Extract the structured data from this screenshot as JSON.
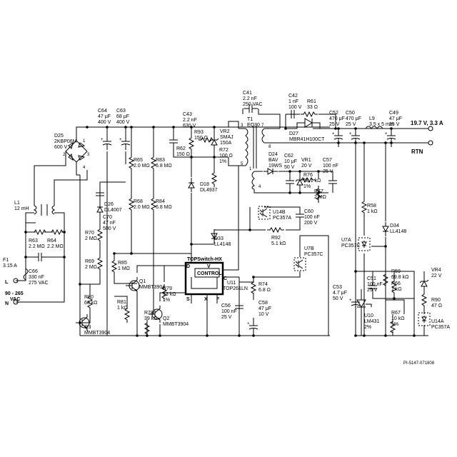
{
  "labels": {
    "input": {
      "line1": "90 - 265",
      "line2": "VAC",
      "L": "L",
      "N": "N"
    },
    "output": {
      "pos": "19.7 V, 3.3 A",
      "rtn": "RTN"
    },
    "ic": {
      "family": "TOPSwitch-HX",
      "control": "CONTROL",
      "refdes": "U11",
      "part": "TOP261LN",
      "pin_d": "D",
      "pin_v": "V",
      "pin_c": "C",
      "pin_s": "S",
      "pin_x": "X",
      "pin_f": "F"
    },
    "doc_number": "PI-5147-071808"
  },
  "components": [
    {
      "id": "F1",
      "lines": [
        "F1",
        "3.15 A"
      ]
    },
    {
      "id": "C66",
      "lines": [
        "C66",
        "330 nF",
        "275 VAC"
      ]
    },
    {
      "id": "R63",
      "lines": [
        "R63",
        "2.2 MΩ"
      ]
    },
    {
      "id": "R64",
      "lines": [
        "R64",
        "2.2 MΩ"
      ]
    },
    {
      "id": "L1",
      "lines": [
        "L1",
        "12 mH"
      ]
    },
    {
      "id": "D25",
      "lines": [
        "D25",
        "2KBP06M",
        "600 V"
      ]
    },
    {
      "id": "C64",
      "lines": [
        "C64",
        "47 μF",
        "400 V"
      ]
    },
    {
      "id": "C63",
      "lines": [
        "C63",
        "68 μF",
        "400 V"
      ]
    },
    {
      "id": "D26",
      "lines": [
        "D26",
        "DL4007"
      ]
    },
    {
      "id": "C70",
      "lines": [
        "C70",
        "47 nF",
        "500 V"
      ]
    },
    {
      "id": "R70",
      "lines": [
        "R70",
        "2 MΩ"
      ]
    },
    {
      "id": "R69",
      "lines": [
        "R69",
        "2 MΩ"
      ]
    },
    {
      "id": "R80",
      "lines": [
        "R80",
        "68 kΩ"
      ]
    },
    {
      "id": "Q3",
      "lines": [
        "Q3",
        "MMBT3904"
      ]
    },
    {
      "id": "R85",
      "lines": [
        "R85",
        "1 MΩ"
      ]
    },
    {
      "id": "R81",
      "lines": [
        "R81",
        "1 kΩ"
      ]
    },
    {
      "id": "R65",
      "lines": [
        "R65",
        "2.0 MΩ"
      ]
    },
    {
      "id": "R68",
      "lines": [
        "R68",
        "2.0 MΩ"
      ]
    },
    {
      "id": "R83",
      "lines": [
        "R83",
        "6.8 MΩ"
      ]
    },
    {
      "id": "R84",
      "lines": [
        "R84",
        "6.8 MΩ"
      ]
    },
    {
      "id": "Q1",
      "lines": [
        "Q1",
        "MMBT3904"
      ]
    },
    {
      "id": "Q2",
      "lines": [
        "Q2",
        "MMBT3904"
      ]
    },
    {
      "id": "R79",
      "lines": [
        "R79",
        "13 kΩ",
        "1%"
      ]
    },
    {
      "id": "R78",
      "lines": [
        "R78",
        "39 kΩ"
      ]
    },
    {
      "id": "C43",
      "lines": [
        "C43",
        "2.2 nF",
        "630 V"
      ]
    },
    {
      "id": "R62",
      "lines": [
        "R62",
        "150 Ω"
      ]
    },
    {
      "id": "R93",
      "lines": [
        "R93",
        "150 Ω"
      ]
    },
    {
      "id": "VR2",
      "lines": [
        "VR2",
        "SMAJ",
        "150A"
      ]
    },
    {
      "id": "R72",
      "lines": [
        "R72",
        "100 Ω",
        "1%"
      ]
    },
    {
      "id": "D18",
      "lines": [
        "D18",
        "DL4937"
      ]
    },
    {
      "id": "C41",
      "lines": [
        "C41",
        "2.2 nF",
        "250 VAC"
      ]
    },
    {
      "id": "T1",
      "lines": [
        "T1",
        "EQ30"
      ]
    },
    {
      "id": "C42",
      "lines": [
        "C42",
        "1 nF",
        "100 V"
      ]
    },
    {
      "id": "R61",
      "lines": [
        "R61",
        "33 Ω"
      ]
    },
    {
      "id": "D27",
      "lines": [
        "D27",
        "MBR41H100CT"
      ]
    },
    {
      "id": "C52",
      "lines": [
        "C52",
        "470 μF",
        "25 V"
      ]
    },
    {
      "id": "C50",
      "lines": [
        "C50",
        "470 μF",
        "25 V"
      ]
    },
    {
      "id": "L9",
      "lines": [
        "L9",
        "3.5 x 5 mm"
      ]
    },
    {
      "id": "C49",
      "lines": [
        "C49",
        "47 μF",
        "25 V"
      ]
    },
    {
      "id": "D24",
      "lines": [
        "D24",
        "BAV",
        "19WS"
      ]
    },
    {
      "id": "C62",
      "lines": [
        "C62",
        "10 μF",
        "50 V"
      ]
    },
    {
      "id": "VR1",
      "lines": [
        "VR1",
        "20 V"
      ]
    },
    {
      "id": "C57",
      "lines": [
        "C57",
        "100 nF",
        "25 V"
      ]
    },
    {
      "id": "R76",
      "lines": [
        "R76",
        "68.1 kΩ",
        "1%"
      ]
    },
    {
      "id": "R77",
      "lines": [
        "R77",
        "2 MΩ"
      ]
    },
    {
      "id": "U14B",
      "lines": [
        "U14B",
        "PC357A"
      ]
    },
    {
      "id": "C60",
      "lines": [
        "C60",
        "100 nF",
        "200 V"
      ]
    },
    {
      "id": "D33",
      "lines": [
        "D33",
        "LL4148"
      ]
    },
    {
      "id": "R92",
      "lines": [
        "R92",
        "5.1 kΩ"
      ]
    },
    {
      "id": "U7B",
      "lines": [
        "U7B",
        "PC357C"
      ]
    },
    {
      "id": "R74",
      "lines": [
        "R74",
        "6.8 Ω"
      ]
    },
    {
      "id": "C56",
      "lines": [
        "C56",
        "100 nF",
        "25 V"
      ]
    },
    {
      "id": "C58",
      "lines": [
        "C58",
        "47 μF",
        "10 V"
      ]
    },
    {
      "id": "R58",
      "lines": [
        "R58",
        "1 kΩ"
      ]
    },
    {
      "id": "D34",
      "lines": [
        "D34",
        "LL4148"
      ]
    },
    {
      "id": "U7A",
      "lines": [
        "U7A",
        "PC357C"
      ]
    },
    {
      "id": "R59",
      "lines": [
        "R59",
        "69.8 kΩ"
      ]
    },
    {
      "id": "C51",
      "lines": [
        "C51",
        "100 nF",
        "25 V"
      ]
    },
    {
      "id": "R66",
      "lines": [
        "R66",
        "1 kΩ"
      ]
    },
    {
      "id": "C53",
      "lines": [
        "C53",
        "4.7 μF",
        "50 V"
      ]
    },
    {
      "id": "U10",
      "lines": [
        "U10",
        "LM431",
        "2%"
      ]
    },
    {
      "id": "R67",
      "lines": [
        "R67",
        "10 kΩ",
        "1%"
      ]
    },
    {
      "id": "VR4",
      "lines": [
        "VR4",
        "22 V"
      ]
    },
    {
      "id": "R90",
      "lines": [
        "R90",
        "47 Ω"
      ]
    },
    {
      "id": "U14A",
      "lines": [
        "U14A",
        "PC357A"
      ]
    }
  ],
  "transformer_pins": [
    "3",
    "7",
    "5",
    "8",
    "1",
    "4"
  ],
  "bridge_pins": [
    "1",
    "2",
    "3",
    "4"
  ]
}
